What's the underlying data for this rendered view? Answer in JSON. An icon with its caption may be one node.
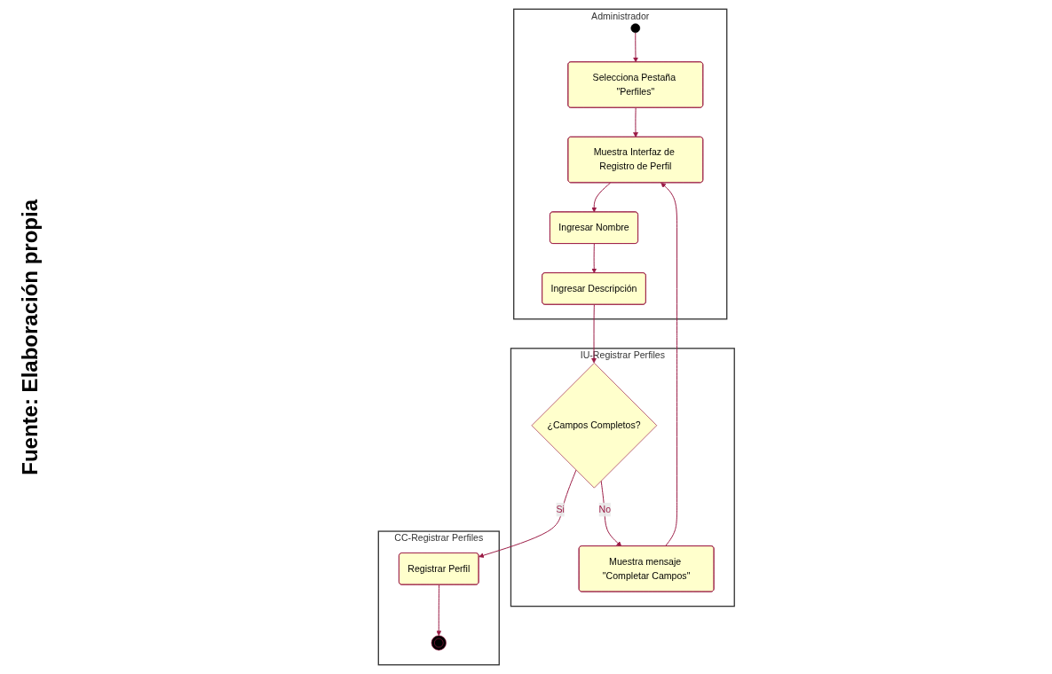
{
  "diagram": {
    "caption": "Fuente: Elaboración propia",
    "nodes": [
      {
        "text": [
          "Administrador"
        ]
      },
      {
        "text": [],
        "shape": "circle",
        "in": 0
      },
      {
        "text": [
          "Selecciona Pestaña \"Perfiles\""
        ],
        "in": 0
      },
      {
        "text": [
          "Muestra Interfaz de Registro de Perfil"
        ],
        "in": 0
      },
      {
        "text": [
          "Ingresar Nombre"
        ],
        "in": 0
      },
      {
        "text": [
          "Ingresar Descripción"
        ],
        "in": 0
      },
      {
        "text": [
          "IU-Registrar Perfiles"
        ]
      },
      {
        "text": [
          "¿Campos Completos?"
        ],
        "in": 6
      },
      {
        "text": [
          "Muestra mensaje \"Completar Campos\""
        ],
        "in": 6
      },
      {
        "text": [
          "CC-Registrar Perfiles"
        ]
      },
      {
        "text": [
          "Registrar Perfil"
        ],
        "in": 9
      },
      {
        "text": [],
        "shape": "circle",
        "in": 9
      }
    ],
    "edges": [
      {
        "from": 1,
        "to": 2,
        "arrow": "to"
      },
      {
        "from": 2,
        "to": 3,
        "arrow": "to"
      },
      {
        "from": 3,
        "to": 4,
        "arrow": "to"
      },
      {
        "from": 4,
        "to": 5,
        "arrow": "to"
      },
      {
        "from": 5,
        "to": 7,
        "arrow": "to"
      },
      {
        "from": 7,
        "to": 10,
        "arrow": "to",
        "label": "Si"
      },
      {
        "from": 7,
        "to": 8,
        "arrow": "to",
        "label": "No"
      },
      {
        "from": 8,
        "to": 3,
        "arrow": "to"
      },
      {
        "from": 10,
        "to": 11,
        "arrow": "to"
      }
    ]
  }
}
